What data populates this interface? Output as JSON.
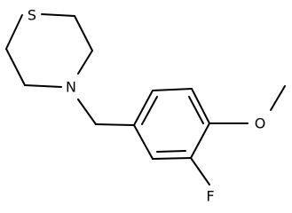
{
  "molecule": {
    "atoms": {
      "sulfur": "S",
      "nitrogen": "N",
      "oxygen": "O",
      "fluorine": "F"
    }
  },
  "colors": {
    "bond": "#000000",
    "text": "#000000",
    "background": "#ffffff"
  }
}
